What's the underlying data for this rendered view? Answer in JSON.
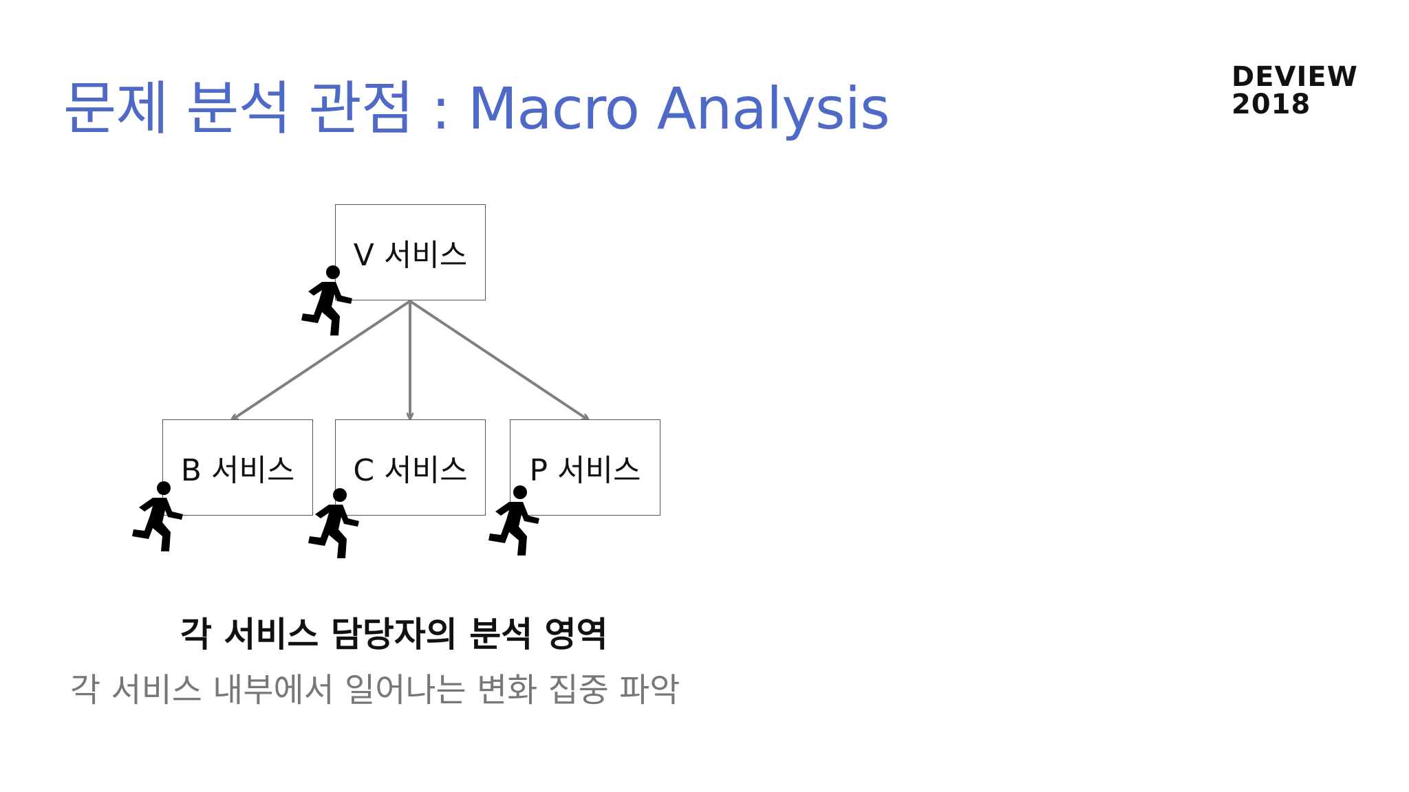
{
  "slide": {
    "title": "문제 분석 관점 : Macro Analysis",
    "logo_line1": "DEVIEW",
    "logo_line2": "2018"
  },
  "diagram": {
    "root": {
      "label": "V 서비스"
    },
    "children": [
      {
        "label": "B 서비스"
      },
      {
        "label": "C 서비스"
      },
      {
        "label": "P 서비스"
      }
    ],
    "arrow_color": "#808080",
    "runner_icon": "running-person-icon"
  },
  "captions": {
    "main": "각 서비스 담당자의 분석 영역",
    "sub": "각 서비스 내부에서 일어나는 변화 집중 파악"
  },
  "colors": {
    "title": "#4f69c6",
    "caption_sub": "#777777"
  }
}
